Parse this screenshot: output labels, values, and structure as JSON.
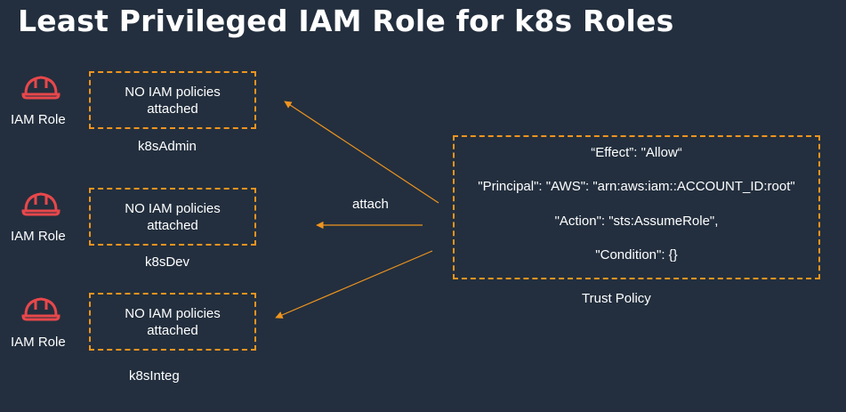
{
  "title": "Least Privileged IAM Role for k8s Roles",
  "icon_color": "#e8474b",
  "accent_color": "#f0941e",
  "background_color": "#232f3e",
  "roles": [
    {
      "icon": "hard-hat-icon",
      "label": "IAM Role",
      "box_line1": "NO  IAM policies",
      "box_line2": "attached",
      "name": "k8sAdmin"
    },
    {
      "icon": "hard-hat-icon",
      "label": "IAM Role",
      "box_line1": "NO  IAM policies",
      "box_line2": "attached",
      "name": "k8sDev"
    },
    {
      "icon": "hard-hat-icon",
      "label": "IAM Role",
      "box_line1": "NO  IAM policies",
      "box_line2": "attached",
      "name": "k8sInteg"
    }
  ],
  "attach_label": "attach",
  "trust_policy": {
    "lines": [
      "“Effect”: \"Allow“",
      "\"Principal\":  \"AWS\": \"arn:aws:iam::ACCOUNT_ID:root\"",
      "\"Action\": \"sts:AssumeRole\",",
      "\"Condition\": {}"
    ],
    "caption": "Trust Policy"
  }
}
